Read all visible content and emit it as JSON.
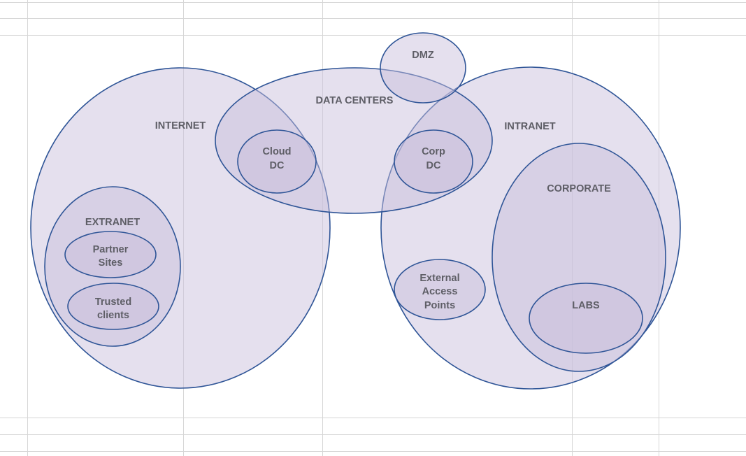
{
  "diagram": {
    "labels": {
      "internet": "INTERNET",
      "extranet": "EXTRANET",
      "partner_sites": [
        "Partner",
        "Sites"
      ],
      "trusted_clients": [
        "Trusted",
        "clients"
      ],
      "data_centers": "DATA CENTERS",
      "dmz": "DMZ",
      "cloud_dc": [
        "Cloud",
        "DC"
      ],
      "corp_dc": [
        "Corp",
        "DC"
      ],
      "intranet": "INTRANET",
      "corporate": "CORPORATE",
      "external_access_points": [
        "External",
        "Access",
        "Points"
      ],
      "labs": "LABS"
    },
    "colors": {
      "ellipse_fill": "#c8bedc",
      "ellipse_stroke": "#2f5597",
      "label_text": "#5e5e66",
      "gridline": "#d6d6d6",
      "background": "#ffffff"
    }
  }
}
